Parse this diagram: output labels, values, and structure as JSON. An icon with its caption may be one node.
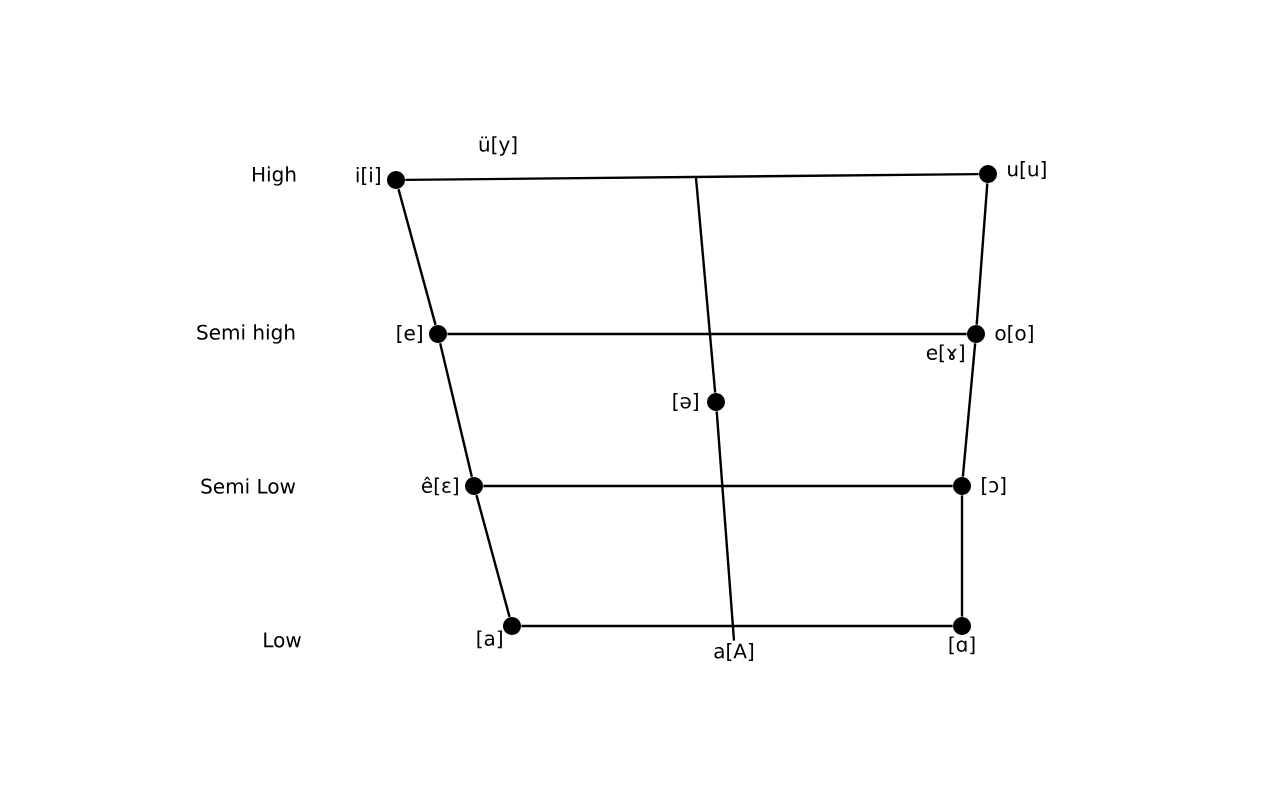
{
  "diagram": {
    "nodes": [
      {
        "text": [],
        "shape": "circle",
        "beside": [
          "i[i]"
        ]
      },
      {
        "text": [],
        "shape": "circle",
        "beside": [
          "u[u]"
        ]
      },
      {
        "text": [],
        "shape": "circle",
        "beside": [
          "[e]"
        ]
      },
      {
        "text": [],
        "shape": "circle",
        "beside": [
          "o[o]",
          "e[ɤ]"
        ]
      },
      {
        "text": [],
        "shape": "circle",
        "beside": [
          "[ə]"
        ]
      },
      {
        "text": [],
        "shape": "circle",
        "beside": [
          "ê[ɛ]"
        ]
      },
      {
        "text": [],
        "shape": "circle",
        "beside": [
          "[ɔ]"
        ]
      },
      {
        "text": [],
        "shape": "circle",
        "beside": [
          "[a]"
        ]
      },
      {
        "text": [],
        "shape": "circle",
        "beside": [
          "[ɑ]"
        ]
      },
      {
        "text": [
          "a[A]"
        ]
      }
    ],
    "edges": [
      {
        "from": 0,
        "to": 1,
        "arrow": "none"
      },
      {
        "from": 2,
        "to": 3,
        "arrow": "none"
      },
      {
        "from": 5,
        "to": 6,
        "arrow": "none"
      },
      {
        "from": 7,
        "to": 8,
        "arrow": "none"
      },
      {
        "from": 0,
        "to": 2,
        "arrow": "none"
      },
      {
        "from": 2,
        "to": 5,
        "arrow": "none"
      },
      {
        "from": 5,
        "to": 7,
        "arrow": "none"
      },
      {
        "from": 1,
        "to": 3,
        "arrow": "none"
      },
      {
        "from": 3,
        "to": 6,
        "arrow": "none"
      },
      {
        "from": 6,
        "to": 8,
        "arrow": "none"
      },
      {
        "from": null,
        "to": 4,
        "arrow": "none"
      },
      {
        "from": 4,
        "to": 9,
        "arrow": "none"
      }
    ],
    "labels": [
      "ü[y]",
      "High",
      "Semi high",
      "Semi Low",
      "Low"
    ]
  }
}
